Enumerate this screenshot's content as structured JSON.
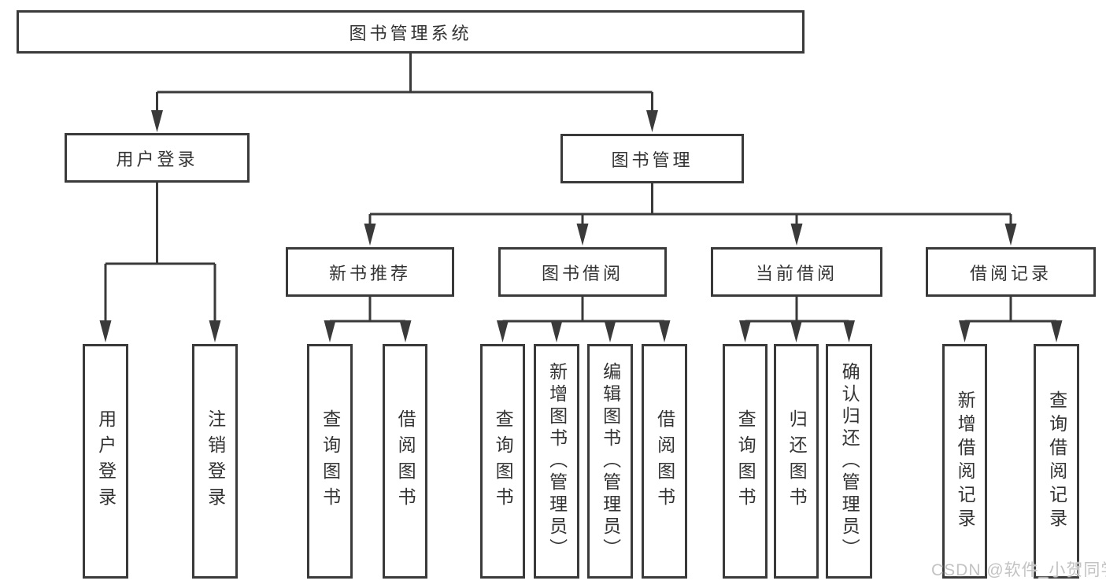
{
  "root": {
    "label": "图书管理系统"
  },
  "user_branch": {
    "label": "用户登录",
    "children": [
      {
        "label": "用户登录"
      },
      {
        "label": "注销登录"
      }
    ]
  },
  "mgmt_branch": {
    "label": "图书管理",
    "groups": [
      {
        "label": "新书推荐",
        "children": [
          {
            "label": "查询图书"
          },
          {
            "label": "借阅图书"
          }
        ]
      },
      {
        "label": "图书借阅",
        "children": [
          {
            "label": "查询图书"
          },
          {
            "label": "新增图书（管理员）"
          },
          {
            "label": "编辑图书（管理员）"
          },
          {
            "label": "借阅图书"
          }
        ]
      },
      {
        "label": "当前借阅",
        "children": [
          {
            "label": "查询图书"
          },
          {
            "label": "归还图书"
          },
          {
            "label": "确认归还（管理员）"
          }
        ]
      },
      {
        "label": "借阅记录",
        "children": [
          {
            "label": "新增借阅记录"
          },
          {
            "label": "查询借阅记录"
          }
        ]
      }
    ]
  },
  "watermark": "CSDN @软件_小贺同学",
  "colors": {
    "line": "#3a3a3a",
    "box_border": "#3a3a3a",
    "box_fill": "#ffffff",
    "text": "#333333",
    "watermark": "#c3c3c3"
  }
}
